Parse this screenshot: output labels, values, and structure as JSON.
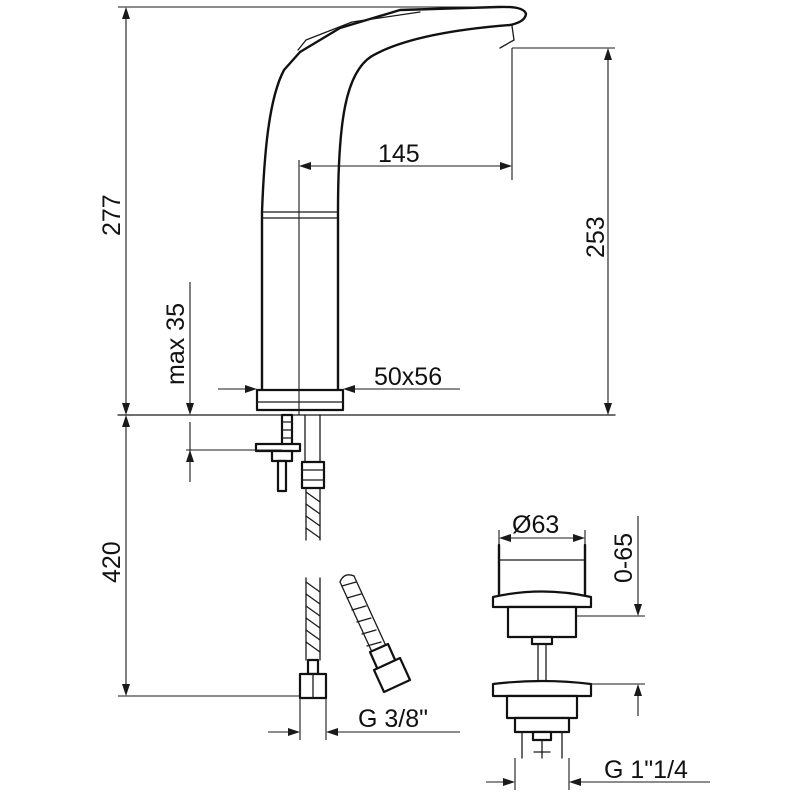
{
  "dimensions": {
    "total_height": "277",
    "spout_height": "253",
    "spout_reach": "145",
    "max_thickness": "max 35",
    "base_size": "50x56",
    "hose_length": "420",
    "hose_thread": "G 3/8\"",
    "drain_diameter": "Ø63",
    "drain_lift": "0-65",
    "drain_thread": "G 1\"1/4"
  }
}
